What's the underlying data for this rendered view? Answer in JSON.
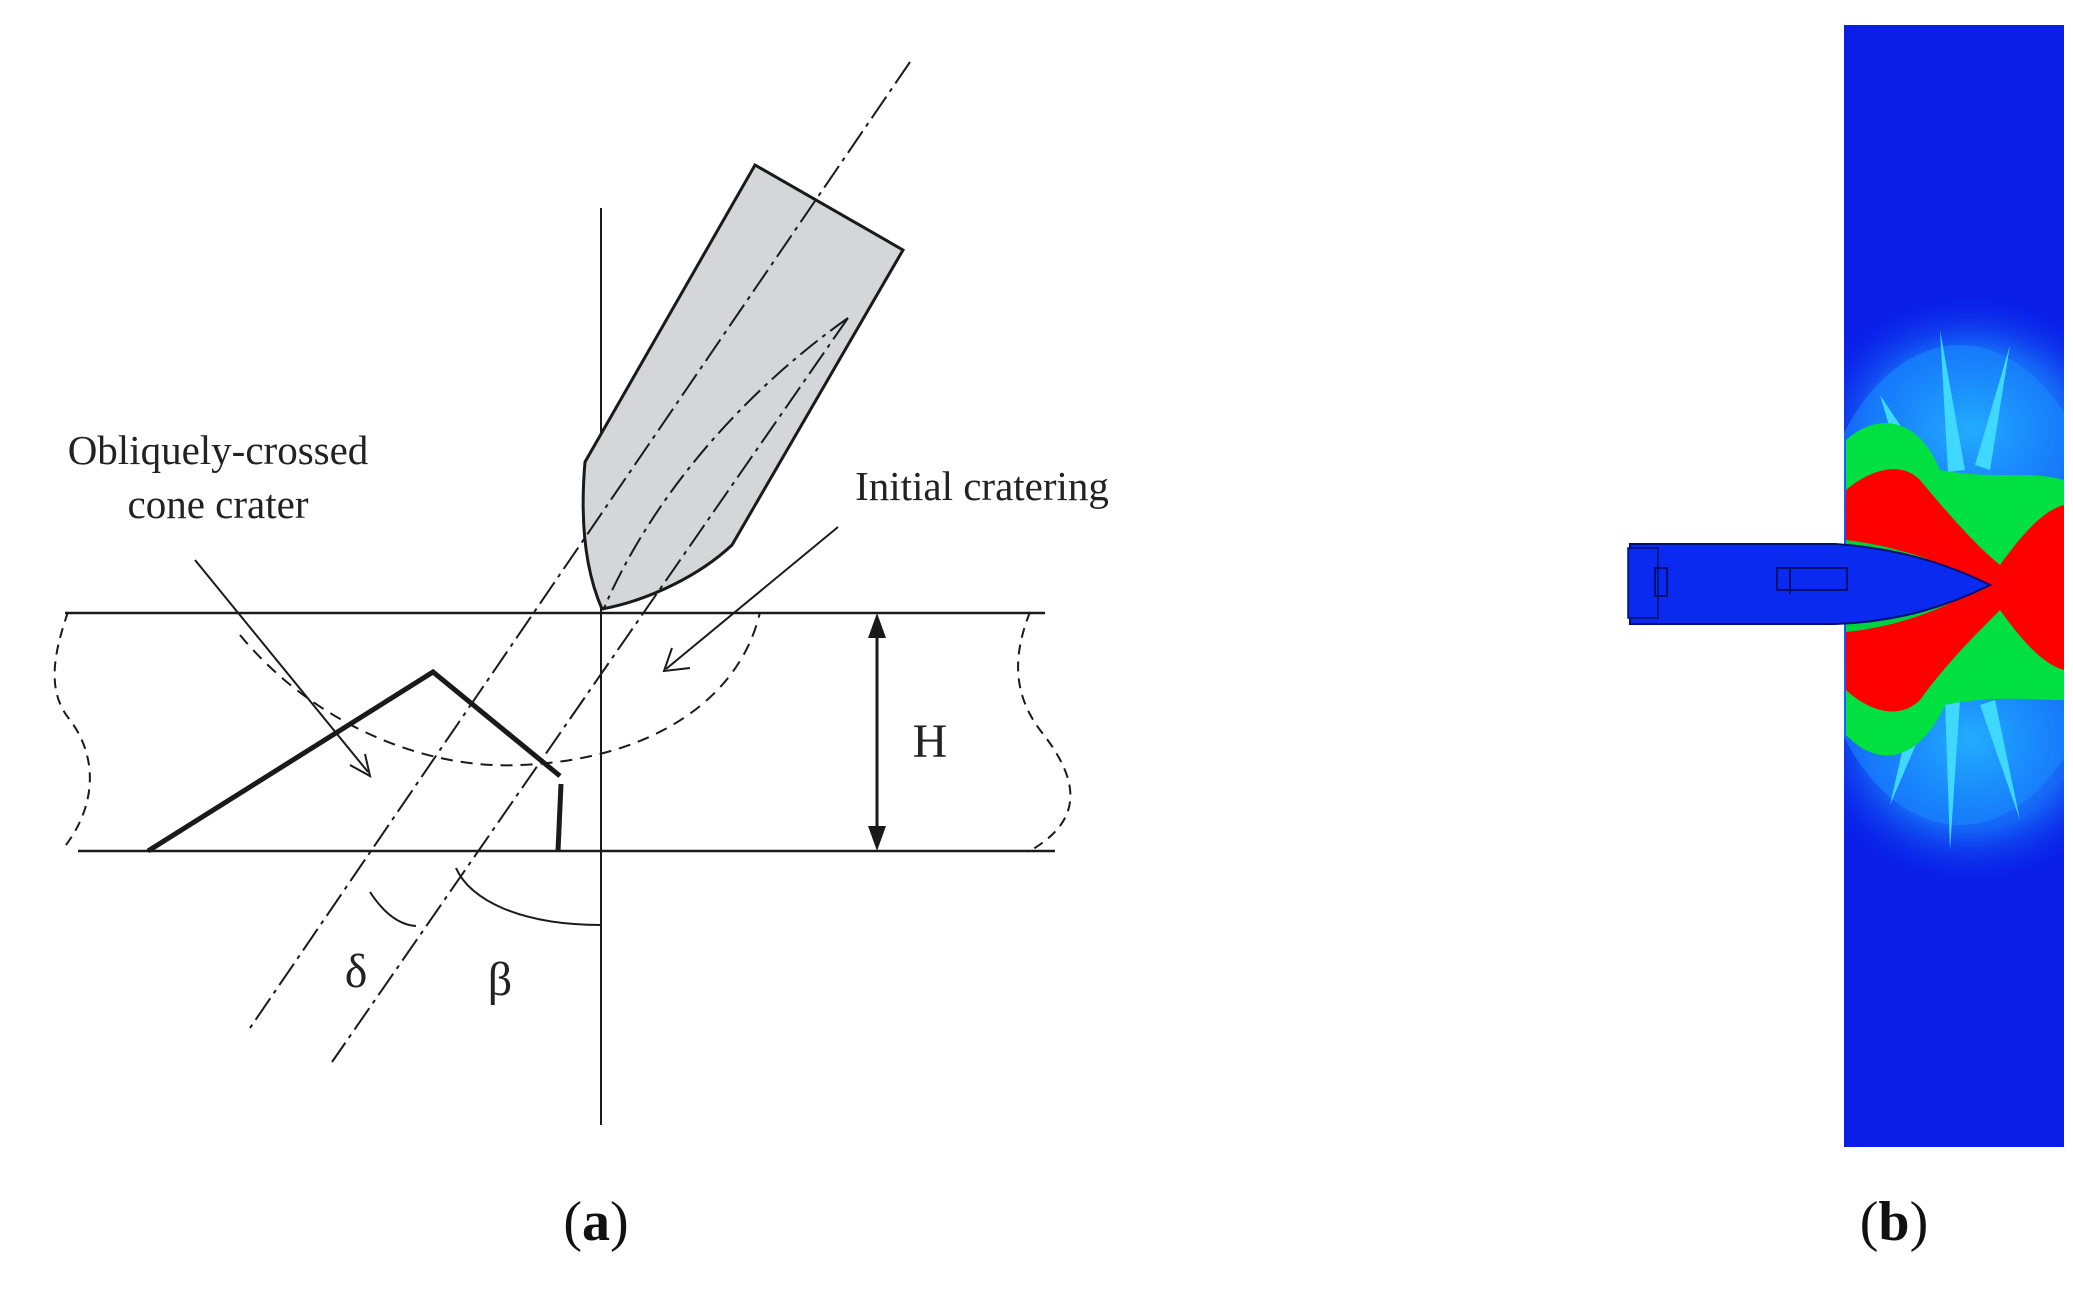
{
  "panel_a": {
    "label_cone_crater_line1": "Obliquely-crossed",
    "label_cone_crater_line2": "cone crater",
    "label_initial_cratering": "Initial cratering",
    "label_thickness": "H",
    "label_delta": "δ",
    "label_beta": "β",
    "caption_open": "(",
    "caption_letter": "a",
    "caption_close": ")"
  },
  "panel_b": {
    "caption_open": "(",
    "caption_letter": "b",
    "caption_close": ")"
  },
  "colors": {
    "projectile_fill": "#d4d6d8",
    "line": "#1a1a1a",
    "plate_blue": "#0a1ee8",
    "stress_red": "#ff0000",
    "stress_green": "#00e040",
    "stress_cyan": "#20c8ff"
  }
}
